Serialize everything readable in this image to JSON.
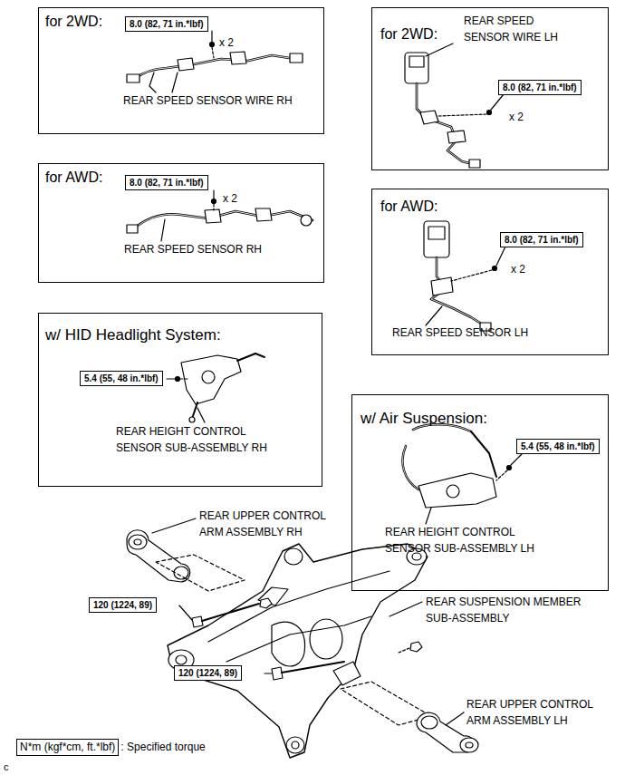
{
  "diagram": {
    "nodes": [
      {
        "text": [
          "for 2WD:",
          "REAR SPEED SENSOR WIRE RH"
        ]
      },
      {
        "text": [
          "8.0 (82, 71 in.*lbf)"
        ],
        "in": 0
      },
      {
        "text": [
          "for 2WD:",
          "REAR SPEED SENSOR WIRE LH"
        ]
      },
      {
        "text": [
          "8.0 (82, 71 in.*lbf)"
        ],
        "in": 2
      },
      {
        "text": [
          "for AWD:",
          "REAR SPEED SENSOR RH"
        ]
      },
      {
        "text": [
          "8.0 (82, 71 in.*lbf)"
        ],
        "in": 4
      },
      {
        "text": [
          "for AWD:",
          "REAR SPEED SENSOR LH"
        ]
      },
      {
        "text": [
          "8.0 (82, 71 in.*lbf)"
        ],
        "in": 6
      },
      {
        "text": [
          "w/ HID Headlight System:",
          "REAR HEIGHT CONTROL SENSOR SUB-ASSEMBLY RH"
        ]
      },
      {
        "text": [
          "5.4 (55, 48 in.*lbf)"
        ],
        "in": 8
      },
      {
        "text": [
          "w/ Air Suspension:",
          "REAR HEIGHT CONTROL SENSOR SUB-ASSEMBLY LH"
        ]
      },
      {
        "text": [
          "5.4 (55, 48 in.*lbf)"
        ],
        "in": 10
      },
      {
        "text": [
          "120 (1224, 89)"
        ]
      },
      {
        "text": [
          "120 (1224, 89)"
        ]
      },
      {
        "text": [
          "N*m (kgf*cm, ft.*lbf)",
          ": Specified torque"
        ]
      }
    ],
    "labels": [
      "x 2",
      "x 2",
      "x 2",
      "x 2",
      "REAR UPPER CONTROL ARM ASSEMBLY RH",
      "REAR SUSPENSION MEMBER SUB-ASSEMBLY",
      "REAR UPPER CONTROL ARM ASSEMBLY LH",
      "c"
    ]
  }
}
